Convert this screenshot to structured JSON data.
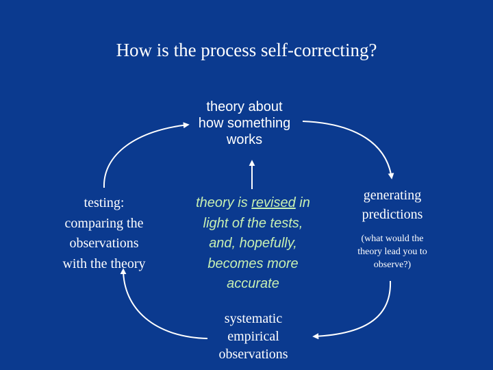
{
  "title": "How is the process self-correcting?",
  "nodes": {
    "top": [
      "theory about",
      "how something",
      "works"
    ],
    "left": [
      "testing:",
      "comparing the",
      "observations",
      "with the theory"
    ],
    "center": {
      "line1_prefix": "theory is ",
      "line1_emph": "revised",
      "line1_suffix": " in",
      "lines": [
        "light of the tests,",
        "and, hopefully,",
        "becomes more",
        "accurate"
      ]
    },
    "right": [
      "generating",
      "predictions"
    ],
    "right_sub": [
      "(what would the",
      "theory lead you to",
      "observe?)"
    ],
    "bottom": [
      "systematic",
      "empirical",
      "observations"
    ]
  },
  "colors": {
    "background": "#0b3a8f",
    "text": "#ffffff",
    "center_text": "#c7f0b2",
    "arrow": "#ffffff"
  }
}
